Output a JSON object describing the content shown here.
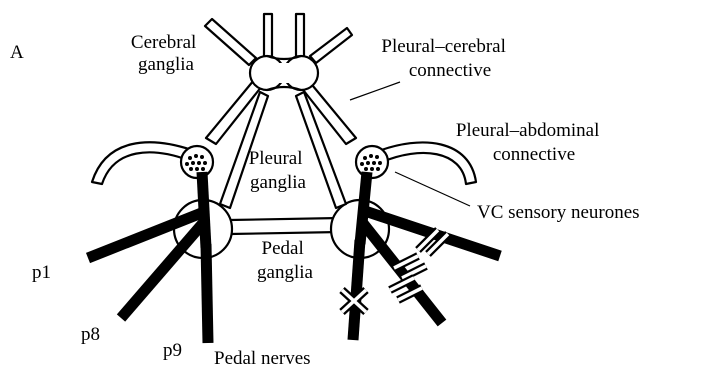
{
  "panel_label": "A",
  "labels": {
    "cerebral_ganglia": [
      "Cerebral",
      "ganglia"
    ],
    "pleural_cerebral_connective": [
      "Pleural–cerebral",
      "connective"
    ],
    "pleural_ganglia": [
      "Pleural",
      "ganglia"
    ],
    "pleural_abdominal_connective": [
      "Pleural–abdominal",
      "connective"
    ],
    "vc_sensory_neurones": "VC sensory neurones",
    "pedal_ganglia": [
      "Pedal",
      "ganglia"
    ],
    "pedal_nerves": "Pedal nerves",
    "p1": "p1",
    "p8": "p8",
    "p9": "p9"
  }
}
